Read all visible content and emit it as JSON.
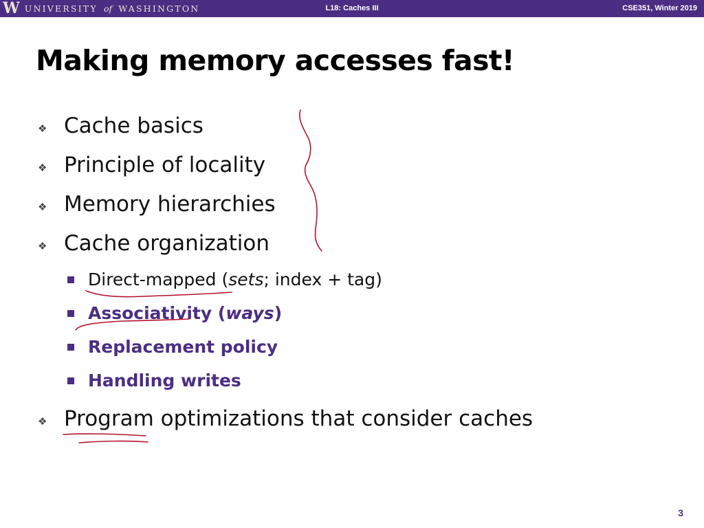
{
  "header": {
    "logo_letter": "W",
    "university_pre": "UNIVERSITY",
    "university_of": "of",
    "university_post": "WASHINGTON",
    "lecture": "L18: Caches III",
    "course": "CSE351, Winter 2019"
  },
  "slide": {
    "title": "Making memory accesses fast!",
    "bullets": [
      "Cache basics",
      "Principle of locality",
      "Memory hierarchies",
      "Cache organization"
    ],
    "sub_bullets": {
      "direct_mapped": {
        "label": "Direct-mapped",
        "paren_open": " (",
        "sets": "sets",
        "rest": "; index + tag)"
      },
      "associativity": {
        "label": "Associativity (",
        "ways": "ways",
        "close": ")"
      },
      "replacement": "Replacement policy",
      "writes": "Handling writes"
    },
    "last_bullet": "Program optimizations that consider caches",
    "page_number": "3"
  },
  "colors": {
    "uw_purple": "#4b2e83",
    "ink_red": "#b3142c"
  },
  "icons": {
    "bullet": "diamond-bullet-icon",
    "sub_bullet": "square-bullet-icon"
  }
}
